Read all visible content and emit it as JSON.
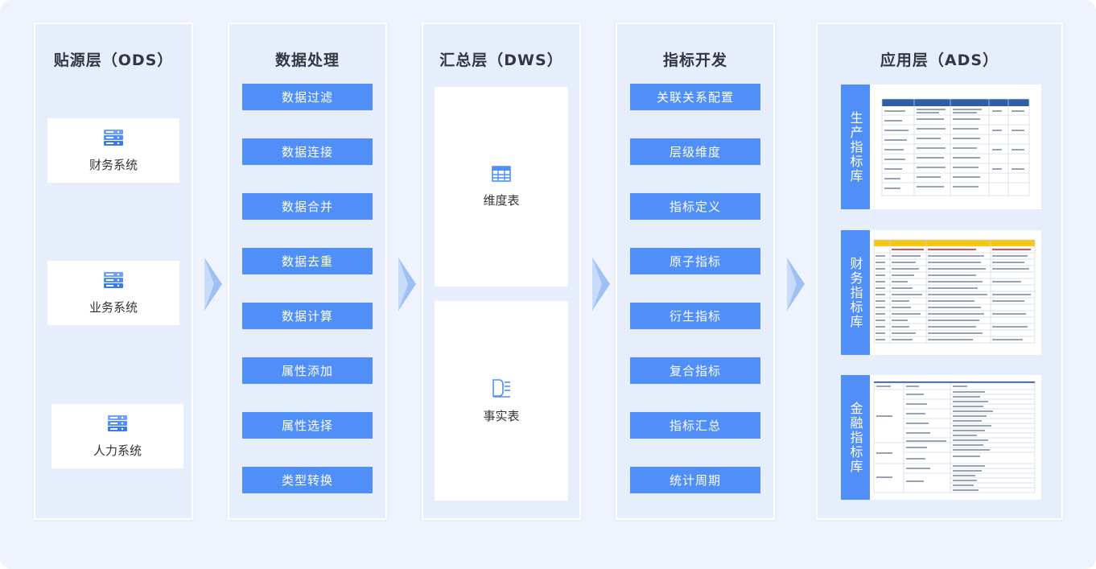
{
  "colors": {
    "accent": "#4f8ff7",
    "panel_bg": "#e6edfb",
    "page_bg": "#eef3fd",
    "arrow": "#9fc0f4",
    "table_header_dark": "#2f5ea8",
    "table_header_yellow": "#f5c518"
  },
  "ods": {
    "title": "贴源层（ODS）",
    "systems": [
      {
        "label": "财务系统",
        "icon": "server-icon"
      },
      {
        "label": "业务系统",
        "icon": "server-icon"
      },
      {
        "label": "人力系统",
        "icon": "server-icon"
      }
    ]
  },
  "processing": {
    "title": "数据处理",
    "items": [
      "数据过滤",
      "数据连接",
      "数据合并",
      "数据去重",
      "数据计算",
      "属性添加",
      "属性选择",
      "类型转换"
    ]
  },
  "dws": {
    "title": "汇总层（DWS）",
    "tables": [
      {
        "label": "维度表",
        "icon": "table-icon"
      },
      {
        "label": "事实表",
        "icon": "document-list-icon"
      }
    ]
  },
  "metrics_dev": {
    "title": "指标开发",
    "items": [
      "关联关系配置",
      "层级维度",
      "指标定义",
      "原子指标",
      "衍生指标",
      "复合指标",
      "指标汇总",
      "统计周期"
    ]
  },
  "ads": {
    "title": "应用层（ADS）",
    "libraries": [
      {
        "label": "生产指标库",
        "thumbnail": "production-metrics-table-thumbnail"
      },
      {
        "label": "财务指标库",
        "thumbnail": "finance-metrics-table-thumbnail"
      },
      {
        "label": "金融指标库",
        "thumbnail": "financial-metrics-table-thumbnail"
      }
    ]
  }
}
